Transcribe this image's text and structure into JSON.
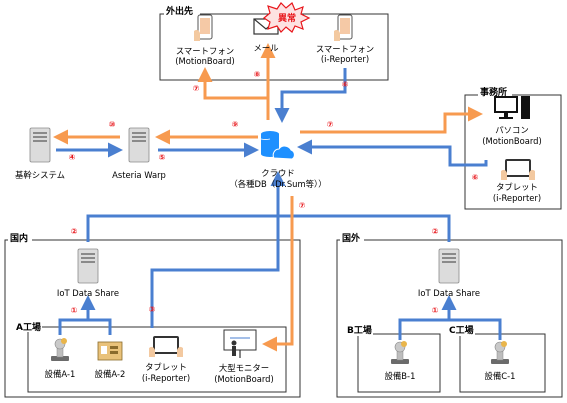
{
  "colors": {
    "blue": "#4a7fd0",
    "orange": "#f79a4f",
    "cloud": "#1e90ff",
    "red": "#e8161b",
    "server": "#8a8a8a"
  },
  "groups": {
    "outside": "外出先",
    "office": "事務所",
    "domestic": "国内",
    "overseas": "国外",
    "factory_a": "A工場",
    "factory_b": "B工場",
    "factory_c": "C工場"
  },
  "alert_badge": "異常",
  "nodes": {
    "phone_mb_1": "スマートフォン",
    "phone_mb_2": "(MotionBoard)",
    "mail": "メール",
    "phone_ir_1": "スマートフォン",
    "phone_ir_2": "(i-Reporter)",
    "pc_1": "パソコン",
    "pc_2": "(MotionBoard)",
    "tablet_office_1": "タブレット",
    "tablet_office_2": "(i-Reporter)",
    "core_system": "基幹システム",
    "asteria": "Asteria Warp",
    "cloud_1": "クラウド",
    "cloud_2": "（各種DB（Dr.Sum等））",
    "iot_domestic": "IoT Data Share",
    "iot_overseas": "IoT Data Share",
    "equip_a1": "設備A-1",
    "equip_a2": "設備A-2",
    "tablet_factory_1": "タブレット",
    "tablet_factory_2": "(i-Reporter)",
    "monitor_1": "大型モニター",
    "monitor_2": "(MotionBoard)",
    "equip_b1": "設備B-1",
    "equip_c1": "設備C-1"
  },
  "steps": {
    "s1_dom": "①",
    "s1_ovs": "①",
    "s2_dom": "②",
    "s2_ovs": "②",
    "s3": "③",
    "s4": "④",
    "s5": "⑤",
    "s6_phone": "⑥",
    "s6_tablet": "⑥",
    "s7_phone": "⑦",
    "s7_pc": "⑦",
    "s7_monitor": "⑦",
    "s8": "⑧",
    "s9": "⑨",
    "s10": "⑩"
  }
}
